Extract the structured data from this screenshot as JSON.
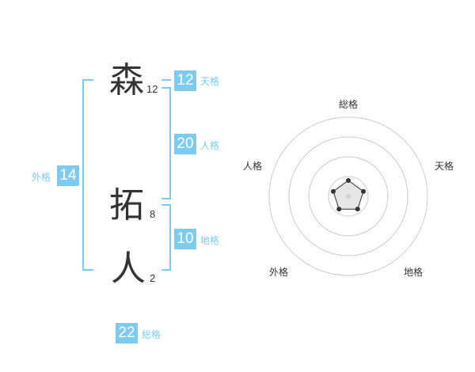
{
  "name": {
    "characters": [
      {
        "char": "森",
        "strokes": "12"
      },
      {
        "char": "拓",
        "strokes": "8"
      },
      {
        "char": "人",
        "strokes": "2"
      }
    ]
  },
  "fortunes": {
    "tenkaku": {
      "value": "12",
      "label": "天格"
    },
    "jinkaku": {
      "value": "20",
      "label": "人格"
    },
    "chikaku": {
      "value": "10",
      "label": "地格"
    },
    "gaikaku": {
      "value": "14",
      "label": "外格"
    },
    "soukaku": {
      "value": "22",
      "label": "総格"
    }
  },
  "chart_data": {
    "type": "radar",
    "axes": [
      "総格",
      "天格",
      "地格",
      "外格",
      "人格"
    ],
    "rings": 4,
    "values": [
      1,
      1,
      1,
      1,
      1
    ],
    "max": 5
  },
  "colors": {
    "accent": "#7ecbf2",
    "text": "#333333",
    "ring": "#cccccc",
    "point": "#333333",
    "fill": "#e6e6e6"
  }
}
